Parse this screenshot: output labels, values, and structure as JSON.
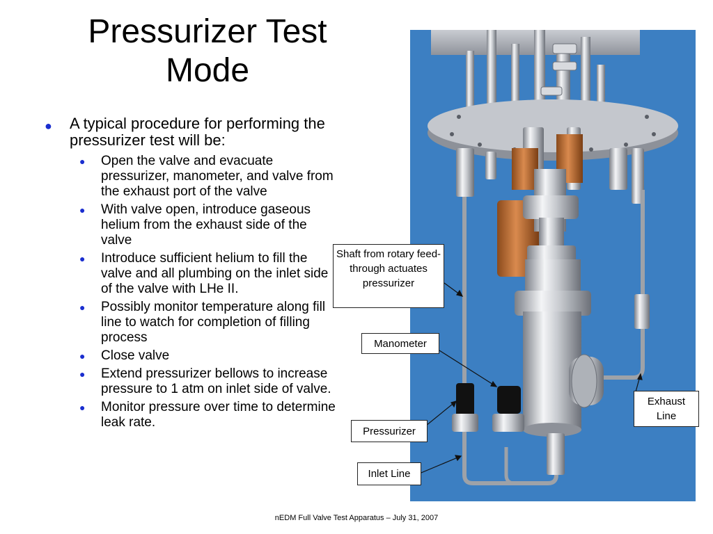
{
  "slide": {
    "title": "Pressurizer Test Mode",
    "footer": "nEDM Full Valve Test Apparatus – July 31, 2007"
  },
  "bullets": {
    "main": "A typical procedure for performing the pressurizer test will be:",
    "items": [
      "Open the valve and evacuate pressurizer, manometer, and valve from the exhaust port of the valve",
      "With valve open, introduce gaseous helium from the exhaust side of the valve",
      "Introduce sufficient helium to fill the valve and all plumbing on the inlet side of the valve with LHe II.",
      "Possibly monitor temperature along fill line to watch for completion of filling process",
      "Close valve",
      "Extend pressurizer bellows to increase pressure to 1 atm on inlet side of valve.",
      "Monitor pressure over time to determine leak rate."
    ]
  },
  "callouts": {
    "shaft": "Shaft from rotary feed-through actuates pressurizer",
    "manometer": "Manometer",
    "pressurizer": "Pressurizer",
    "inlet": "Inlet Line",
    "exhaust": "Exhaust Line"
  },
  "colors": {
    "bullet": "#1a2ecf",
    "photo_background": "#3c7fc2"
  }
}
